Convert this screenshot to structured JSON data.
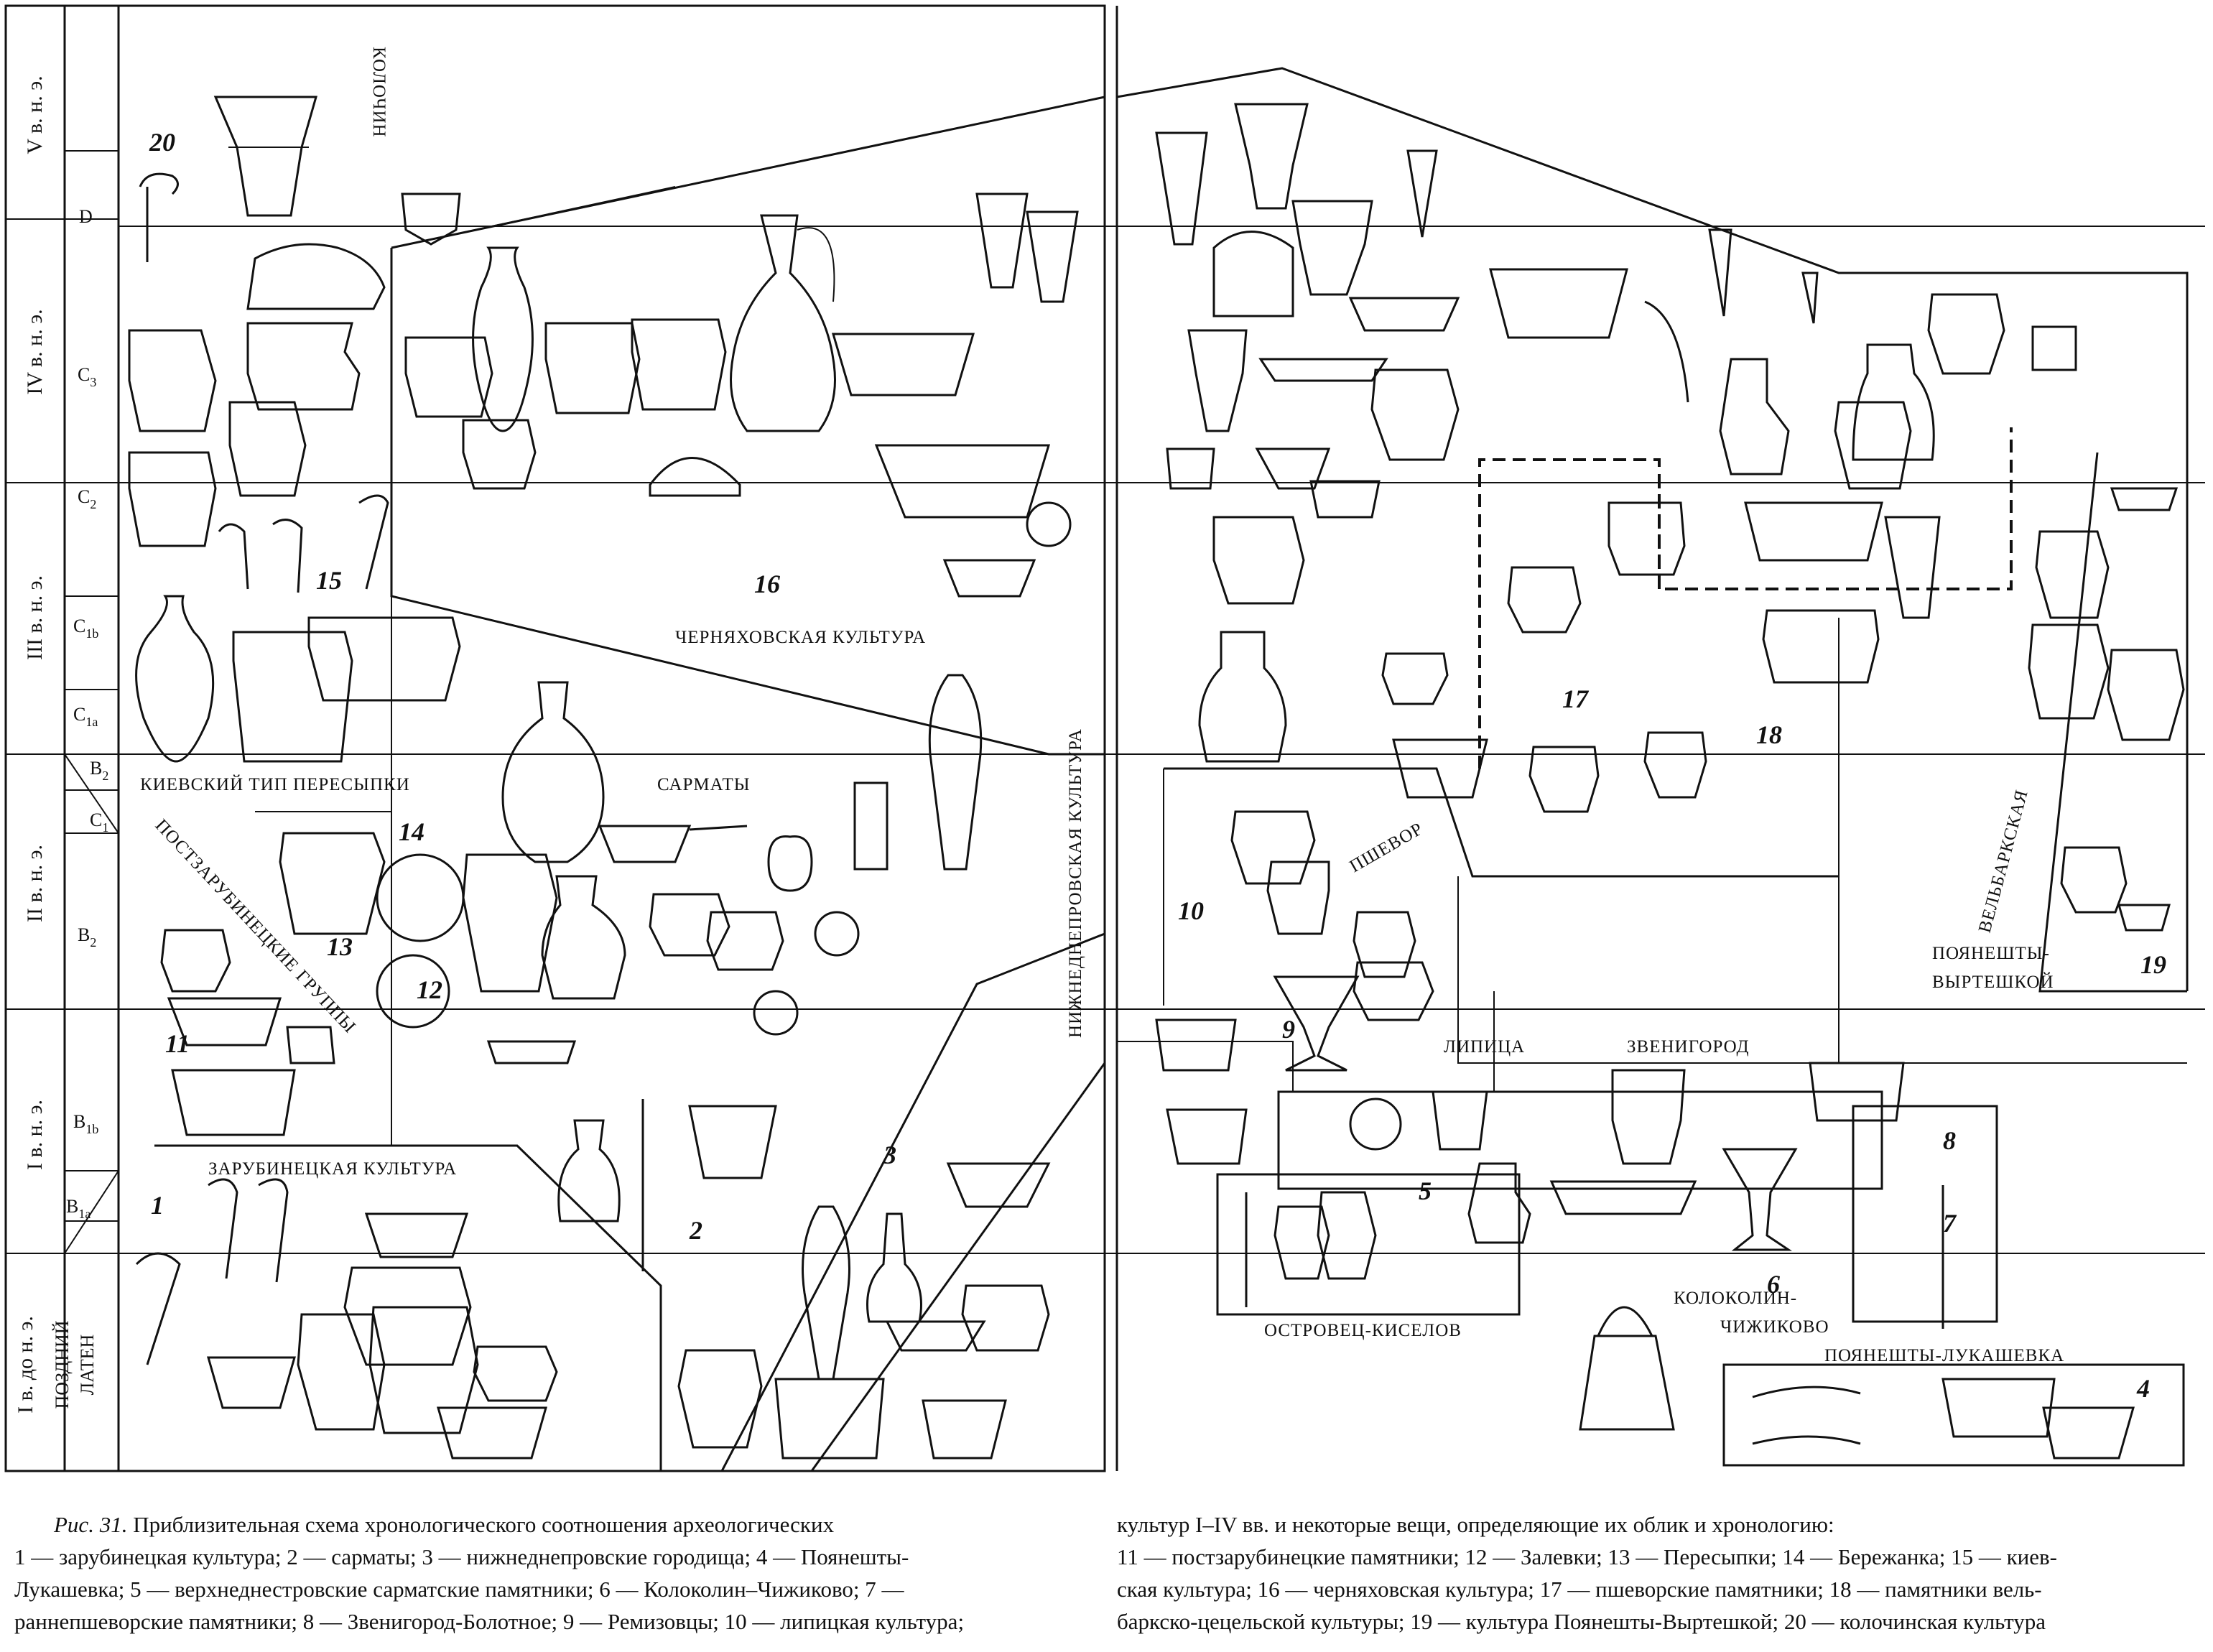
{
  "periods": [
    {
      "label": "V в. н. э."
    },
    {
      "label": "IV в. н. э."
    },
    {
      "label": "III в. н. э."
    },
    {
      "label": "II в. н. э."
    },
    {
      "label": "I в. н. э."
    },
    {
      "label": "I в. до н. э."
    }
  ],
  "late_laten": {
    "line1": "ПОЗДНИЙ",
    "line2": "ЛАТЕН"
  },
  "phases": [
    {
      "label": "D"
    },
    {
      "label": "C",
      "sub": "3"
    },
    {
      "label": "C",
      "sub": "2"
    },
    {
      "label": "C",
      "sub": "1b"
    },
    {
      "label": "C",
      "sub": "1a"
    },
    {
      "label": "B",
      "sub": "2"
    },
    {
      "label": "C",
      "sub": "1"
    },
    {
      "label": "B",
      "sub": "2"
    },
    {
      "label": "B",
      "sub": "1b"
    },
    {
      "label": "B",
      "sub": "1a"
    }
  ],
  "regions": [
    {
      "label": "КОЛОЧИН"
    },
    {
      "label": "ЧЕРНЯХОВСКАЯ КУЛЬТУРА"
    },
    {
      "label": "КИЕВСКИЙ ТИП ПЕРЕСЫПКИ"
    },
    {
      "label": "САРМАТЫ"
    },
    {
      "label": "ПОСТЗАРУБИНЕЦКИЕ ГРУППЫ"
    },
    {
      "label": "НИЖНЕДНЕПРОВСКАЯ КУЛЬТУРА"
    },
    {
      "label": "ЗАРУБИНЕЦКАЯ КУЛЬТУРА"
    },
    {
      "label": "ПШЕВОР"
    },
    {
      "label": "ВЕЛЬБАРКСКАЯ"
    },
    {
      "label": "ПОЯНЕШТЫ-"
    },
    {
      "label": "ВЫРТЕШКОЙ"
    },
    {
      "label": "ЛИПИЦА"
    },
    {
      "label": "ЗВЕНИГОРОД"
    },
    {
      "label": "ОСТРОВЕЦ-КИСЕЛОВ"
    },
    {
      "label": "КОЛОКОЛИН-"
    },
    {
      "label": "ЧИЖИКОВО"
    },
    {
      "label": "ПОЯНЕШТЫ-ЛУКАШЕВКА"
    }
  ],
  "numbers": [
    "20",
    "15",
    "16",
    "14",
    "13",
    "12",
    "11",
    "1",
    "2",
    "3",
    "17",
    "18",
    "19",
    "10",
    "9",
    "5",
    "8",
    "7",
    "6",
    "4"
  ],
  "caption": {
    "fig_label": "Рис. 31.",
    "title_left": "Приблизительная схема хронологического соотношения археологических",
    "title_right": "культур I–IV вв. и некоторые вещи, определяющие их облик и хронологию:",
    "left_lines": [
      "1 — зарубинецкая культура; 2 — сарматы; 3 — нижнеднепровские городища; 4 — Поянешты-",
      "Лукашевка; 5 — верхнеднестровские сарматские памятники; 6 — Колоколин–Чижиково; 7 —",
      "раннепшеворские памятники; 8 — Звенигород-Болотное; 9 — Ремизовцы; 10 — липицкая культура;"
    ],
    "right_lines": [
      "11 — постзарубинецкие памятники; 12 — Залевки; 13 — Пересыпки; 14 — Бережанка; 15 — киев-",
      "ская культура; 16 — черняховская культура; 17 — пшеворские памятники; 18 — памятники вель-",
      "баркско-цецельской культуры; 19 — культура Поянешты-Выртешкой; 20 — колочинская культура"
    ]
  }
}
